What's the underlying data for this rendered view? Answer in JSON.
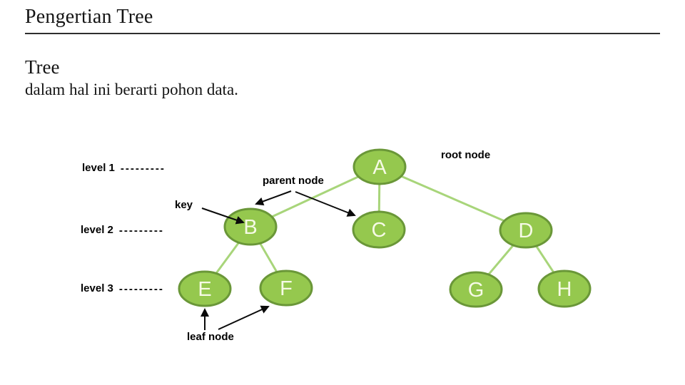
{
  "slide": {
    "title": "Pengertian Tree",
    "heading": "Tree",
    "subheading": "dalam hal ini berarti pohon data."
  },
  "diagram": {
    "levels": [
      {
        "label": "level 1",
        "dashes": "---------"
      },
      {
        "label": "level 2",
        "dashes": "---------"
      },
      {
        "label": "level 3",
        "dashes": "---------"
      }
    ],
    "annotations": {
      "root": "root node",
      "parent": "parent node",
      "key": "key",
      "leaf": "leaf node"
    },
    "nodes": [
      {
        "id": "A",
        "label": "A",
        "level": 1
      },
      {
        "id": "B",
        "label": "B",
        "level": 2
      },
      {
        "id": "C",
        "label": "C",
        "level": 2
      },
      {
        "id": "D",
        "label": "D",
        "level": 2
      },
      {
        "id": "E",
        "label": "E",
        "level": 3
      },
      {
        "id": "F",
        "label": "F",
        "level": 3
      },
      {
        "id": "G",
        "label": "G",
        "level": 3
      },
      {
        "id": "H",
        "label": "H",
        "level": 3
      }
    ],
    "edges": [
      [
        "A",
        "B"
      ],
      [
        "A",
        "C"
      ],
      [
        "A",
        "D"
      ],
      [
        "B",
        "E"
      ],
      [
        "B",
        "F"
      ],
      [
        "D",
        "G"
      ],
      [
        "D",
        "H"
      ]
    ],
    "colors": {
      "node_fill": "#95c84e",
      "node_border": "#6a9738",
      "edge": "#a8d57a",
      "label": "#000000"
    }
  }
}
